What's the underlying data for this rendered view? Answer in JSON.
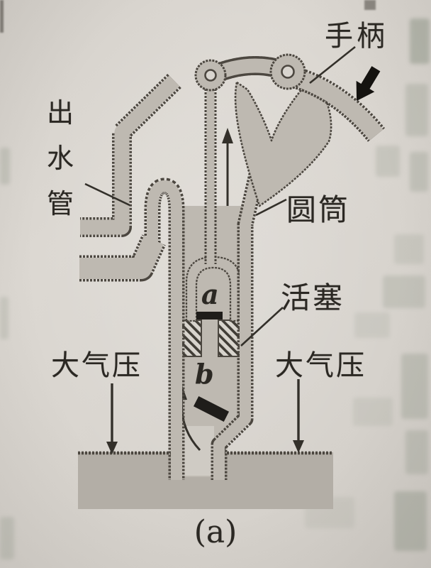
{
  "diagram": {
    "caption": "(a)",
    "parts": {
      "handle": {
        "label": "手柄"
      },
      "outlet_pipe": {
        "label": "出水管"
      },
      "cylinder": {
        "label": "圆筒"
      },
      "piston": {
        "label": "活塞"
      },
      "atmospheric_pressure_left": {
        "label": "大气压"
      },
      "atmospheric_pressure_right": {
        "label": "大气压"
      },
      "valve_a": {
        "label": "a"
      },
      "valve_b": {
        "label": "b"
      }
    },
    "icons": {
      "push_force_arrow": "thick black arrow pressing handle down-left",
      "piston_motion_arrow": "thin arrow up beside piston rod",
      "water_flow_arrow": "curved arrow up through valve b",
      "pressure_arrow_left": "arrow down onto water surface",
      "pressure_arrow_right": "arrow down onto water surface"
    },
    "colors": {
      "paper": "#d9d5cf",
      "pump_body": "#beb9b1",
      "water_band": "#b3aea6",
      "outline": "#4c4740",
      "valve_black": "#1f1d1a",
      "text": "#2b2823"
    }
  }
}
